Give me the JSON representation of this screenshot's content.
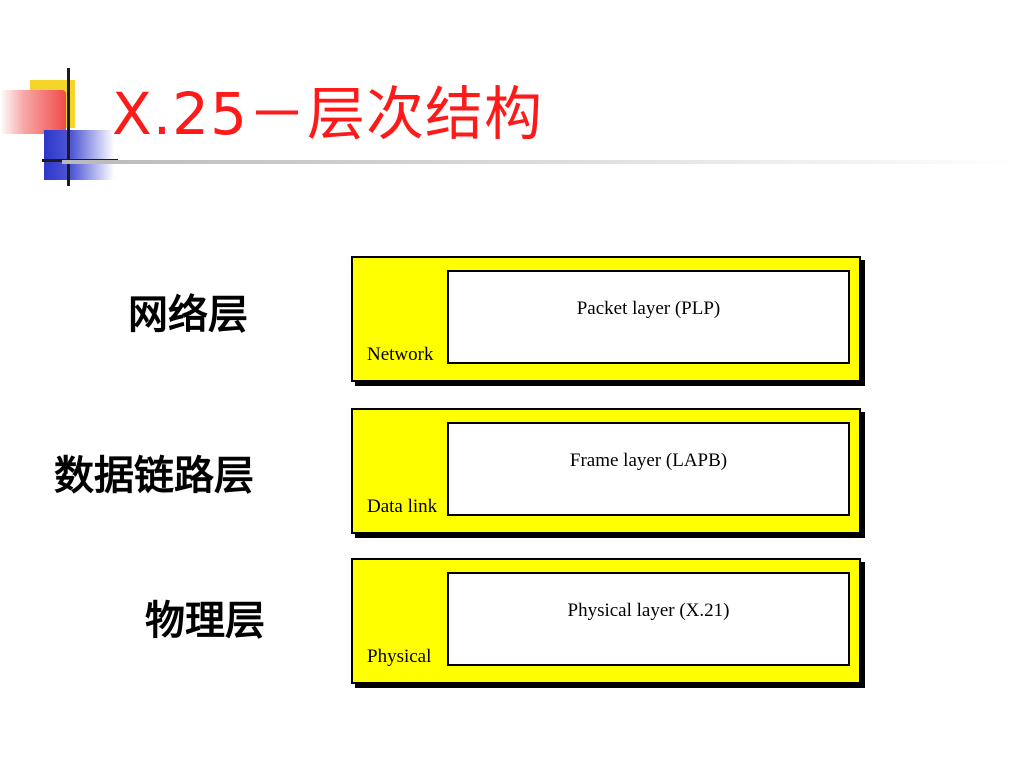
{
  "slide": {
    "title": "X.25－层次结构"
  },
  "layers": [
    {
      "label": "网络层",
      "tag": "Network",
      "protocol": "Packet layer  (PLP)"
    },
    {
      "label": "数据链路层",
      "tag": "Data link",
      "protocol": "Frame layer (LAPB)"
    },
    {
      "label": "物理层",
      "tag": "Physical",
      "protocol": "Physical layer (X.21)"
    }
  ],
  "colors": {
    "title": "#ff1a1a",
    "box_fill": "#ffff00",
    "deco_yellow": "#f6d52a",
    "deco_red": "#f24b4b",
    "deco_blue": "#2e37c9"
  }
}
